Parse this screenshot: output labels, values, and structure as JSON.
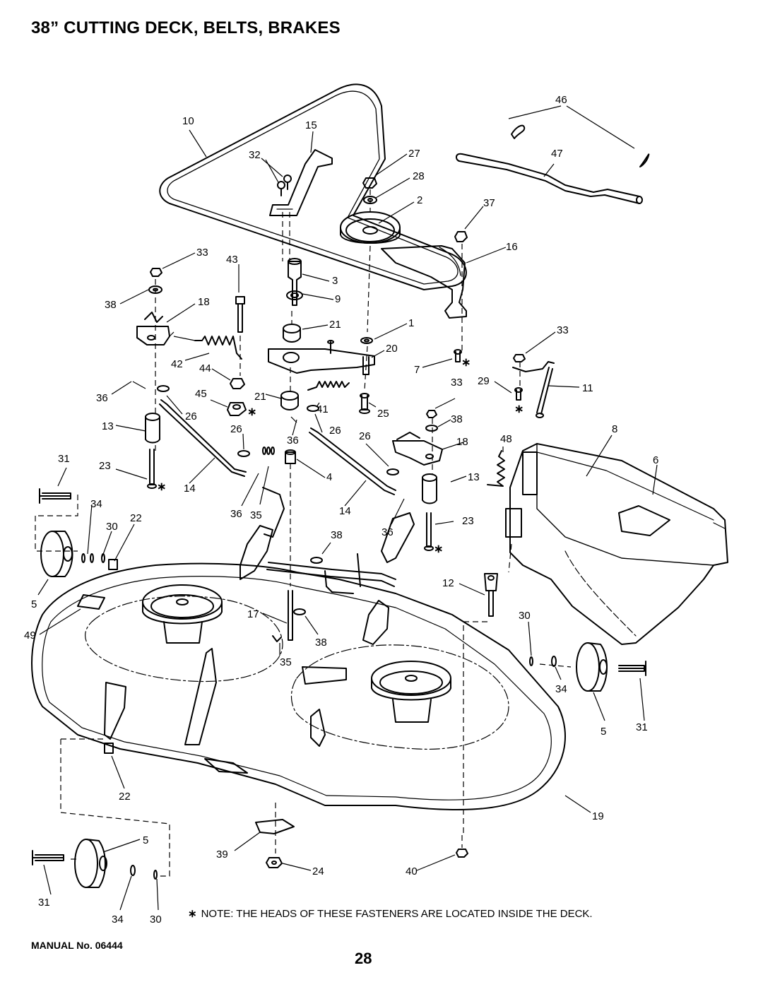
{
  "title": "38” CUTTING DECK, BELTS, BRAKES",
  "note": {
    "star": "∗",
    "text": "NOTE: THE HEADS OF THESE FASTENERS ARE LOCATED INSIDE THE DECK."
  },
  "manual": "MANUAL No. 06444",
  "page_number": "28",
  "callouts": [
    {
      "id": "c10",
      "label": "10"
    },
    {
      "id": "c15",
      "label": "15"
    },
    {
      "id": "c32",
      "label": "32"
    },
    {
      "id": "c27",
      "label": "27"
    },
    {
      "id": "c28",
      "label": "28"
    },
    {
      "id": "c2",
      "label": "2"
    },
    {
      "id": "c46",
      "label": "46"
    },
    {
      "id": "c47",
      "label": "47"
    },
    {
      "id": "c37",
      "label": "37"
    },
    {
      "id": "c16",
      "label": "16"
    },
    {
      "id": "c33a",
      "label": "33"
    },
    {
      "id": "c43",
      "label": "43"
    },
    {
      "id": "c3",
      "label": "3"
    },
    {
      "id": "c9",
      "label": "9"
    },
    {
      "id": "c38a",
      "label": "38"
    },
    {
      "id": "c18a",
      "label": "18"
    },
    {
      "id": "c21a",
      "label": "21"
    },
    {
      "id": "c1",
      "label": "1"
    },
    {
      "id": "c33b",
      "label": "33"
    },
    {
      "id": "c20",
      "label": "20"
    },
    {
      "id": "c42",
      "label": "42"
    },
    {
      "id": "c44",
      "label": "44"
    },
    {
      "id": "c7",
      "label": "7"
    },
    {
      "id": "c29",
      "label": "29"
    },
    {
      "id": "c11",
      "label": "11"
    },
    {
      "id": "c36a",
      "label": "36"
    },
    {
      "id": "c45",
      "label": "45"
    },
    {
      "id": "c21b",
      "label": "21"
    },
    {
      "id": "c41",
      "label": "41"
    },
    {
      "id": "c25",
      "label": "25"
    },
    {
      "id": "c33c",
      "label": "33"
    },
    {
      "id": "c26a",
      "label": "26"
    },
    {
      "id": "c13a",
      "label": "13"
    },
    {
      "id": "c26b",
      "label": "26"
    },
    {
      "id": "c36b",
      "label": "36"
    },
    {
      "id": "c26c",
      "label": "26"
    },
    {
      "id": "c38b",
      "label": "38"
    },
    {
      "id": "c8",
      "label": "8"
    },
    {
      "id": "c26d",
      "label": "26"
    },
    {
      "id": "c18b",
      "label": "18"
    },
    {
      "id": "c48",
      "label": "48"
    },
    {
      "id": "c6",
      "label": "6"
    },
    {
      "id": "c31a",
      "label": "31"
    },
    {
      "id": "c23a",
      "label": "23"
    },
    {
      "id": "c14a",
      "label": "14"
    },
    {
      "id": "c4",
      "label": "4"
    },
    {
      "id": "c13b",
      "label": "13"
    },
    {
      "id": "c34a",
      "label": "34"
    },
    {
      "id": "c30a",
      "label": "30"
    },
    {
      "id": "c22a",
      "label": "22"
    },
    {
      "id": "c36c",
      "label": "36"
    },
    {
      "id": "c35a",
      "label": "35"
    },
    {
      "id": "c14b",
      "label": "14"
    },
    {
      "id": "c36d",
      "label": "36"
    },
    {
      "id": "c23b",
      "label": "23"
    },
    {
      "id": "c38c",
      "label": "38"
    },
    {
      "id": "c12",
      "label": "12"
    },
    {
      "id": "c5a",
      "label": "5"
    },
    {
      "id": "c17",
      "label": "17"
    },
    {
      "id": "c30b",
      "label": "30"
    },
    {
      "id": "c49",
      "label": "49"
    },
    {
      "id": "c38d",
      "label": "38"
    },
    {
      "id": "c35b",
      "label": "35"
    },
    {
      "id": "c34b",
      "label": "34"
    },
    {
      "id": "c5b",
      "label": "5"
    },
    {
      "id": "c31b",
      "label": "31"
    },
    {
      "id": "c22b",
      "label": "22"
    },
    {
      "id": "c19",
      "label": "19"
    },
    {
      "id": "c5c",
      "label": "5"
    },
    {
      "id": "c39",
      "label": "39"
    },
    {
      "id": "c24",
      "label": "24"
    },
    {
      "id": "c40",
      "label": "40"
    },
    {
      "id": "c31c",
      "label": "31"
    },
    {
      "id": "c34c",
      "label": "34"
    },
    {
      "id": "c30c",
      "label": "30"
    }
  ]
}
